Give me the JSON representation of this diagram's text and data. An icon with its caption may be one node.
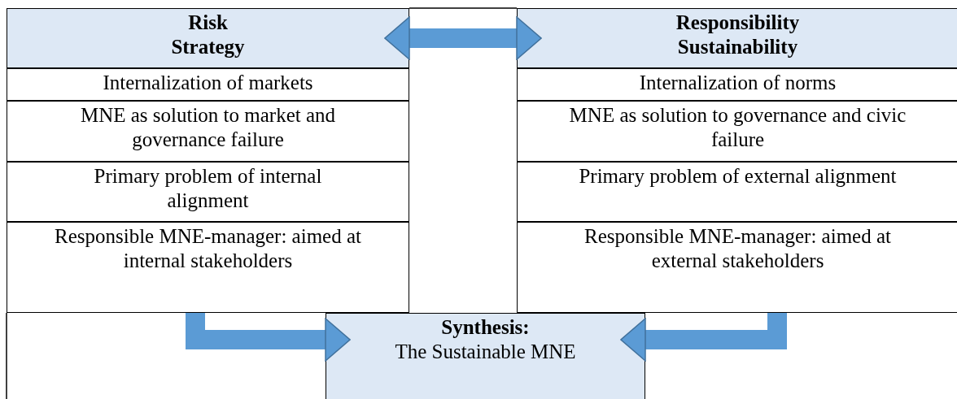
{
  "diagram": {
    "nodes": [
      {
        "text": [
          "Risk Strategy"
        ]
      },
      {
        "text": [
          "Responsibility Sustainability"
        ]
      },
      {
        "text": [
          "Internalization of markets"
        ]
      },
      {
        "text": [
          "MNE as solution to market and governance failure"
        ]
      },
      {
        "text": [
          "Primary problem of internal alignment"
        ]
      },
      {
        "text": [
          "Responsible MNE-manager: aimed at internal stakeholders"
        ]
      },
      {
        "text": [
          "Internalization of norms"
        ]
      },
      {
        "text": [
          "MNE as solution to governance and civic failure"
        ]
      },
      {
        "text": [
          "Primary problem of external alignment"
        ]
      },
      {
        "text": [
          "Responsible MNE-manager: aimed at external stakeholders"
        ]
      },
      {
        "text": [
          "Synthesis:",
          "The Sustainable MNE"
        ]
      }
    ],
    "edges": [
      {
        "from": 0,
        "to": 1,
        "arrow": "both"
      },
      {
        "from": 5,
        "to": 10,
        "arrow": "to"
      },
      {
        "from": 9,
        "to": 10,
        "arrow": "to"
      }
    ]
  }
}
